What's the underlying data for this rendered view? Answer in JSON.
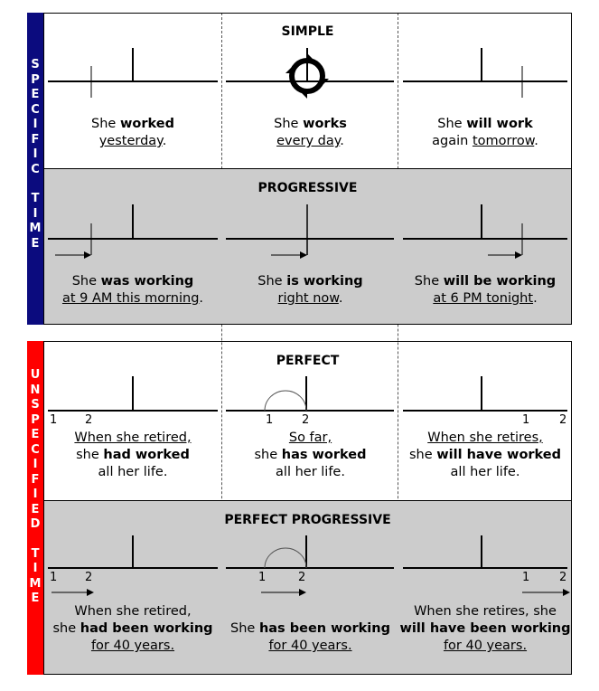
{
  "sidebar_top": {
    "letters": [
      "S",
      "P",
      "E",
      "C",
      "I",
      "F",
      "I",
      "C",
      "",
      "T",
      "I",
      "M",
      "E"
    ],
    "color": "#0b0b7e"
  },
  "sidebar_bottom": {
    "letters": [
      "U",
      "N",
      "S",
      "P",
      "E",
      "C",
      "I",
      "F",
      "I",
      "E",
      "D",
      "",
      "T",
      "I",
      "M",
      "E"
    ],
    "color": "#ff0000"
  },
  "sections": {
    "simple": {
      "title": "SIMPLE",
      "past": {
        "a": "She ",
        "b": "worked",
        "c": "",
        "d": "yesterday",
        "e": "."
      },
      "present": {
        "a": "She ",
        "b": "works",
        "c": "",
        "d": "every day",
        "e": "."
      },
      "future": {
        "a": "She ",
        "b": "will work",
        "c": "again ",
        "d": "tomorrow",
        "e": "."
      }
    },
    "progressive": {
      "title": "PROGRESSIVE",
      "past": {
        "a": "She ",
        "b": "was working",
        "c": "",
        "d": "at 9 AM this morning",
        "e": "."
      },
      "present": {
        "a": "She ",
        "b": "is working",
        "c": "",
        "d": "right now",
        "e": "."
      },
      "future": {
        "a": "She ",
        "b": "will be working",
        "c": "",
        "d": "at 6 PM tonight",
        "e": "."
      }
    },
    "perfect": {
      "title": "PERFECT",
      "past": {
        "l1": "When she retired,",
        "a": "she ",
        "b": "had worked",
        "l3": "all her life.",
        "n1": "1",
        "n2": "2"
      },
      "present": {
        "l1": "So far,",
        "a": "she ",
        "b": "has worked",
        "l3": "all her life.",
        "n1": "1",
        "n2": "2"
      },
      "future": {
        "l1": "When she retires,",
        "a": "she ",
        "b": "will have worked",
        "l3": "all her life.",
        "n1": "1",
        "n2": "2"
      }
    },
    "perfect_progressive": {
      "title": "PERFECT PROGRESSIVE",
      "past": {
        "l1": "When she retired,",
        "a": "she ",
        "b": "had been working",
        "l3": "for 40 years.",
        "n1": "1",
        "n2": "2"
      },
      "present": {
        "l1": "",
        "a": "She ",
        "b": "has been working",
        "l3": "for 40 years.",
        "n1": "1",
        "n2": "2"
      },
      "future": {
        "l1": "When she retires, she",
        "a": "",
        "b": "will have been working",
        "l3": "for 40 years.",
        "n1": "1",
        "n2": "2"
      }
    }
  }
}
